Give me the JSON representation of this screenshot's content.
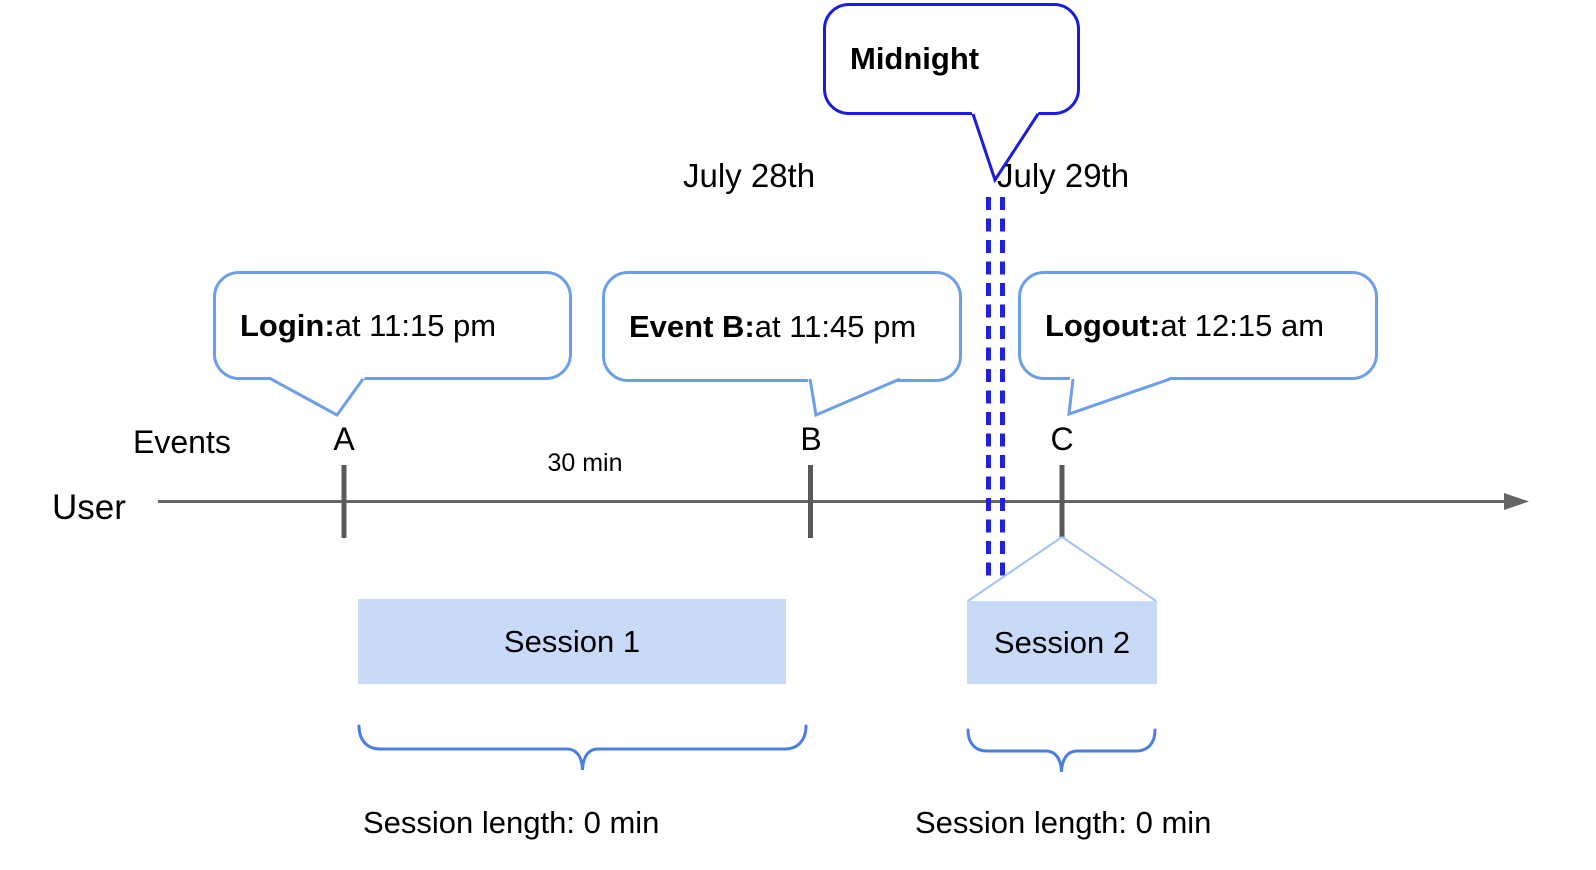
{
  "dates": {
    "before": "July 28th",
    "after": "July 29th"
  },
  "midnight": {
    "label": "Midnight"
  },
  "axis": {
    "events_label": "Events",
    "user_label": "User",
    "interval_label": "30 min"
  },
  "events": [
    {
      "id": "A",
      "name": "Login:",
      "detail": " at 11:15 pm"
    },
    {
      "id": "B",
      "name": "Event B:",
      "detail": " at 11:45 pm"
    },
    {
      "id": "C",
      "name": "Logout:",
      "detail": " at 12:15 am"
    }
  ],
  "sessions": [
    {
      "label": "Session 1",
      "length": "Session length: 0 min"
    },
    {
      "label": "Session 2",
      "length": "Session length: 0 min"
    }
  ],
  "colors": {
    "midnight_dashed_line": "#2121dd",
    "midnight_callout_border": "#1b1be0",
    "callout_border": "#6d9eeb",
    "session_fill": "#c9daf8",
    "brace": "#4a7fe0",
    "funnel": "#a4c2f4",
    "timeline": "#666666",
    "tick": "#595959",
    "text": "#000000"
  }
}
